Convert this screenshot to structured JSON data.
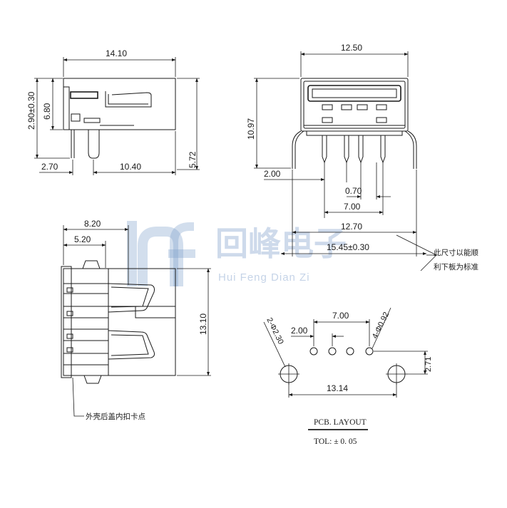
{
  "side_view": {
    "width_label": "14.10",
    "height_total_label": "2.90±0.30",
    "height_body_label": "6.80",
    "pin_height_label": "5.72",
    "pin_offset_label": "2.70",
    "pin_span_label": "10.40"
  },
  "front_view": {
    "width_label": "12.50",
    "height_label": "10.97",
    "pin_left_label": "2.00",
    "pin_pitch_label": "0.70",
    "pin_span_label": "7.00",
    "body_width_label": "12.70",
    "tab_span_label": "15.45±0.30",
    "note_line1": "此尺寸以能顺",
    "note_line2": "利下板为标准"
  },
  "top_view": {
    "dim_outer_label": "8.20",
    "dim_inner_label": "5.20",
    "height_label": "13.10",
    "latch_note": "外壳后盖内扣卡点"
  },
  "pcb_layout": {
    "hole_big_label": "2-Φ2.30",
    "hole_small_label": "4-Φ0.92",
    "pin_pitch_label": "2.00",
    "pin_span_label": "7.00",
    "hole_span_label": "13.14",
    "offset_label": "2.71",
    "title": "PCB. LAYOUT",
    "tolerance": "TOL: ± 0. 05"
  },
  "watermark": {
    "chinese": "回峰电子",
    "english": "Hui Feng Dian Zi",
    "color": "#7fa0cc"
  }
}
